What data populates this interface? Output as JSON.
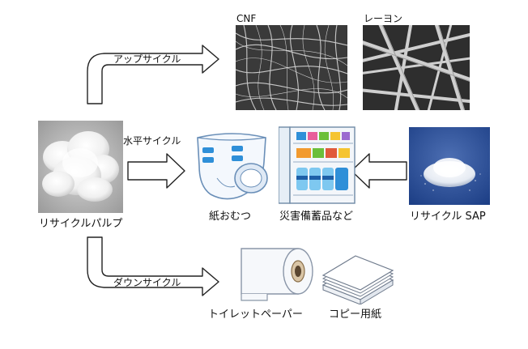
{
  "labels": {
    "pulp": "リサイクルパルプ",
    "upcycle": "アップサイクル",
    "horizontal": "水平サイクル",
    "downcycle": "ダウンサイクル",
    "cnf": "CNF",
    "rayon": "レーヨン",
    "diapers": "紙おむつ",
    "disaster": "災害備蓄品など",
    "sap": "リサイクル SAP",
    "toilet": "トイレットペーパー",
    "copy": "コピー用紙"
  },
  "colors": {
    "arrow_stroke": "#222222",
    "arrow_fill": "#ffffff",
    "diaper_blue": "#2f8fd8",
    "sap_bg": "#1d3f86"
  },
  "icons": {
    "pulp": "cotton-pulp-photo",
    "cnf": "cnf-micrograph",
    "rayon": "rayon-micrograph",
    "diapers": "diaper-illustration",
    "disaster": "stockpile-cabinet-illustration",
    "sap": "sap-powder-photo",
    "toilet": "toilet-paper-roll-illustration",
    "copy": "copy-paper-stack-illustration"
  }
}
